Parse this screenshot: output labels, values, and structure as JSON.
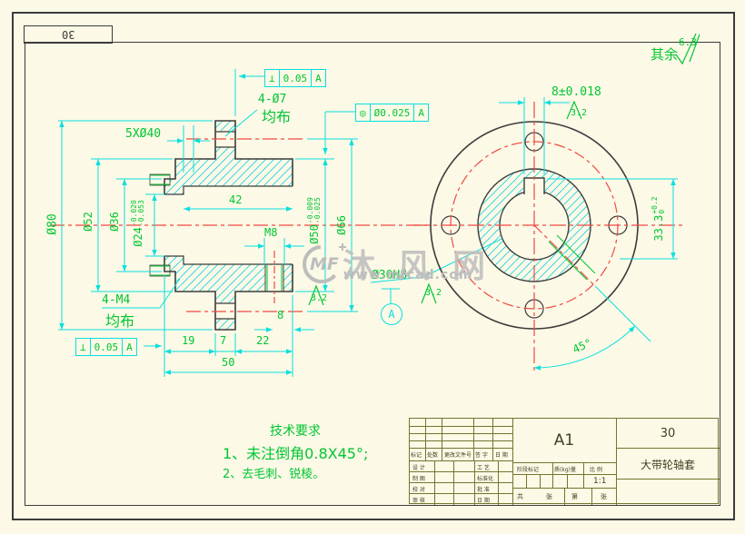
{
  "colors": {
    "background": "#fcf9e6",
    "dimension_cyan": "#0adfdf",
    "annotation_green": "#00c632",
    "centerline_red": "#ef4a44",
    "outline": "#3c3c3c",
    "titleblock_olive": "#75752e"
  },
  "corner": {
    "label": "30"
  },
  "surf": {
    "rest": "其余",
    "value": "6.3"
  },
  "lv": {
    "d5x40": "5XØ40",
    "d80": "Ø80",
    "d52": "Ø52",
    "d36": "Ø36",
    "d24": "Ø24",
    "d24u": "-0.020",
    "d24l": "-0.053",
    "d50": "Ø50",
    "d50u": "-0.009",
    "d50l": "-0.025",
    "d66": "Ø66",
    "d42": "42",
    "m8": "M8",
    "d8": "8",
    "c19": "19",
    "c7": "7",
    "c22": "22",
    "c50": "50",
    "h4d7": "4-Ø7",
    "jb1": "均布",
    "h4m4": "4-M4",
    "jb2": "均布",
    "r32": "3.2"
  },
  "fcf": {
    "perp": "⊥",
    "conc": "◎",
    "t005": "0.05",
    "t0025": "Ø0.025",
    "datum": "A"
  },
  "rv": {
    "key_width": "8±0.018",
    "kd": "33.3",
    "kdu": "+0.2",
    "kdl": "0",
    "bore": "Ø30H8",
    "angle": "45°",
    "r32a": "3.2",
    "r32b": "3.2",
    "datum": "A"
  },
  "tech": {
    "title": "技术要求",
    "line1": "1、未注倒角0.8X45°;",
    "line2": "2、去毛刺、锐棱。"
  },
  "wm": {
    "logo": "MF",
    "name": "沐 风 网",
    "url": "www.mfcad.com"
  },
  "tb": {
    "a1": "A1",
    "sheet_no": "30",
    "part_name": "大带轮轴套",
    "scale": "1:1",
    "rh1": "标记",
    "rh2": "处数",
    "rh3": "更改文件号",
    "rh4": "签 字",
    "rh5": "日 期",
    "l1": "设 计",
    "l2": "制 图",
    "l3": "校 对",
    "l4": "审 核",
    "r1": "工 艺",
    "r2": "标准化",
    "r3": "批 准",
    "r4": "日 期",
    "m1": "阶段标记",
    "m2": "质(kg)量",
    "m3": "比 例",
    "s1": "共",
    "s2": "张",
    "s3": "第",
    "s4": "张"
  }
}
